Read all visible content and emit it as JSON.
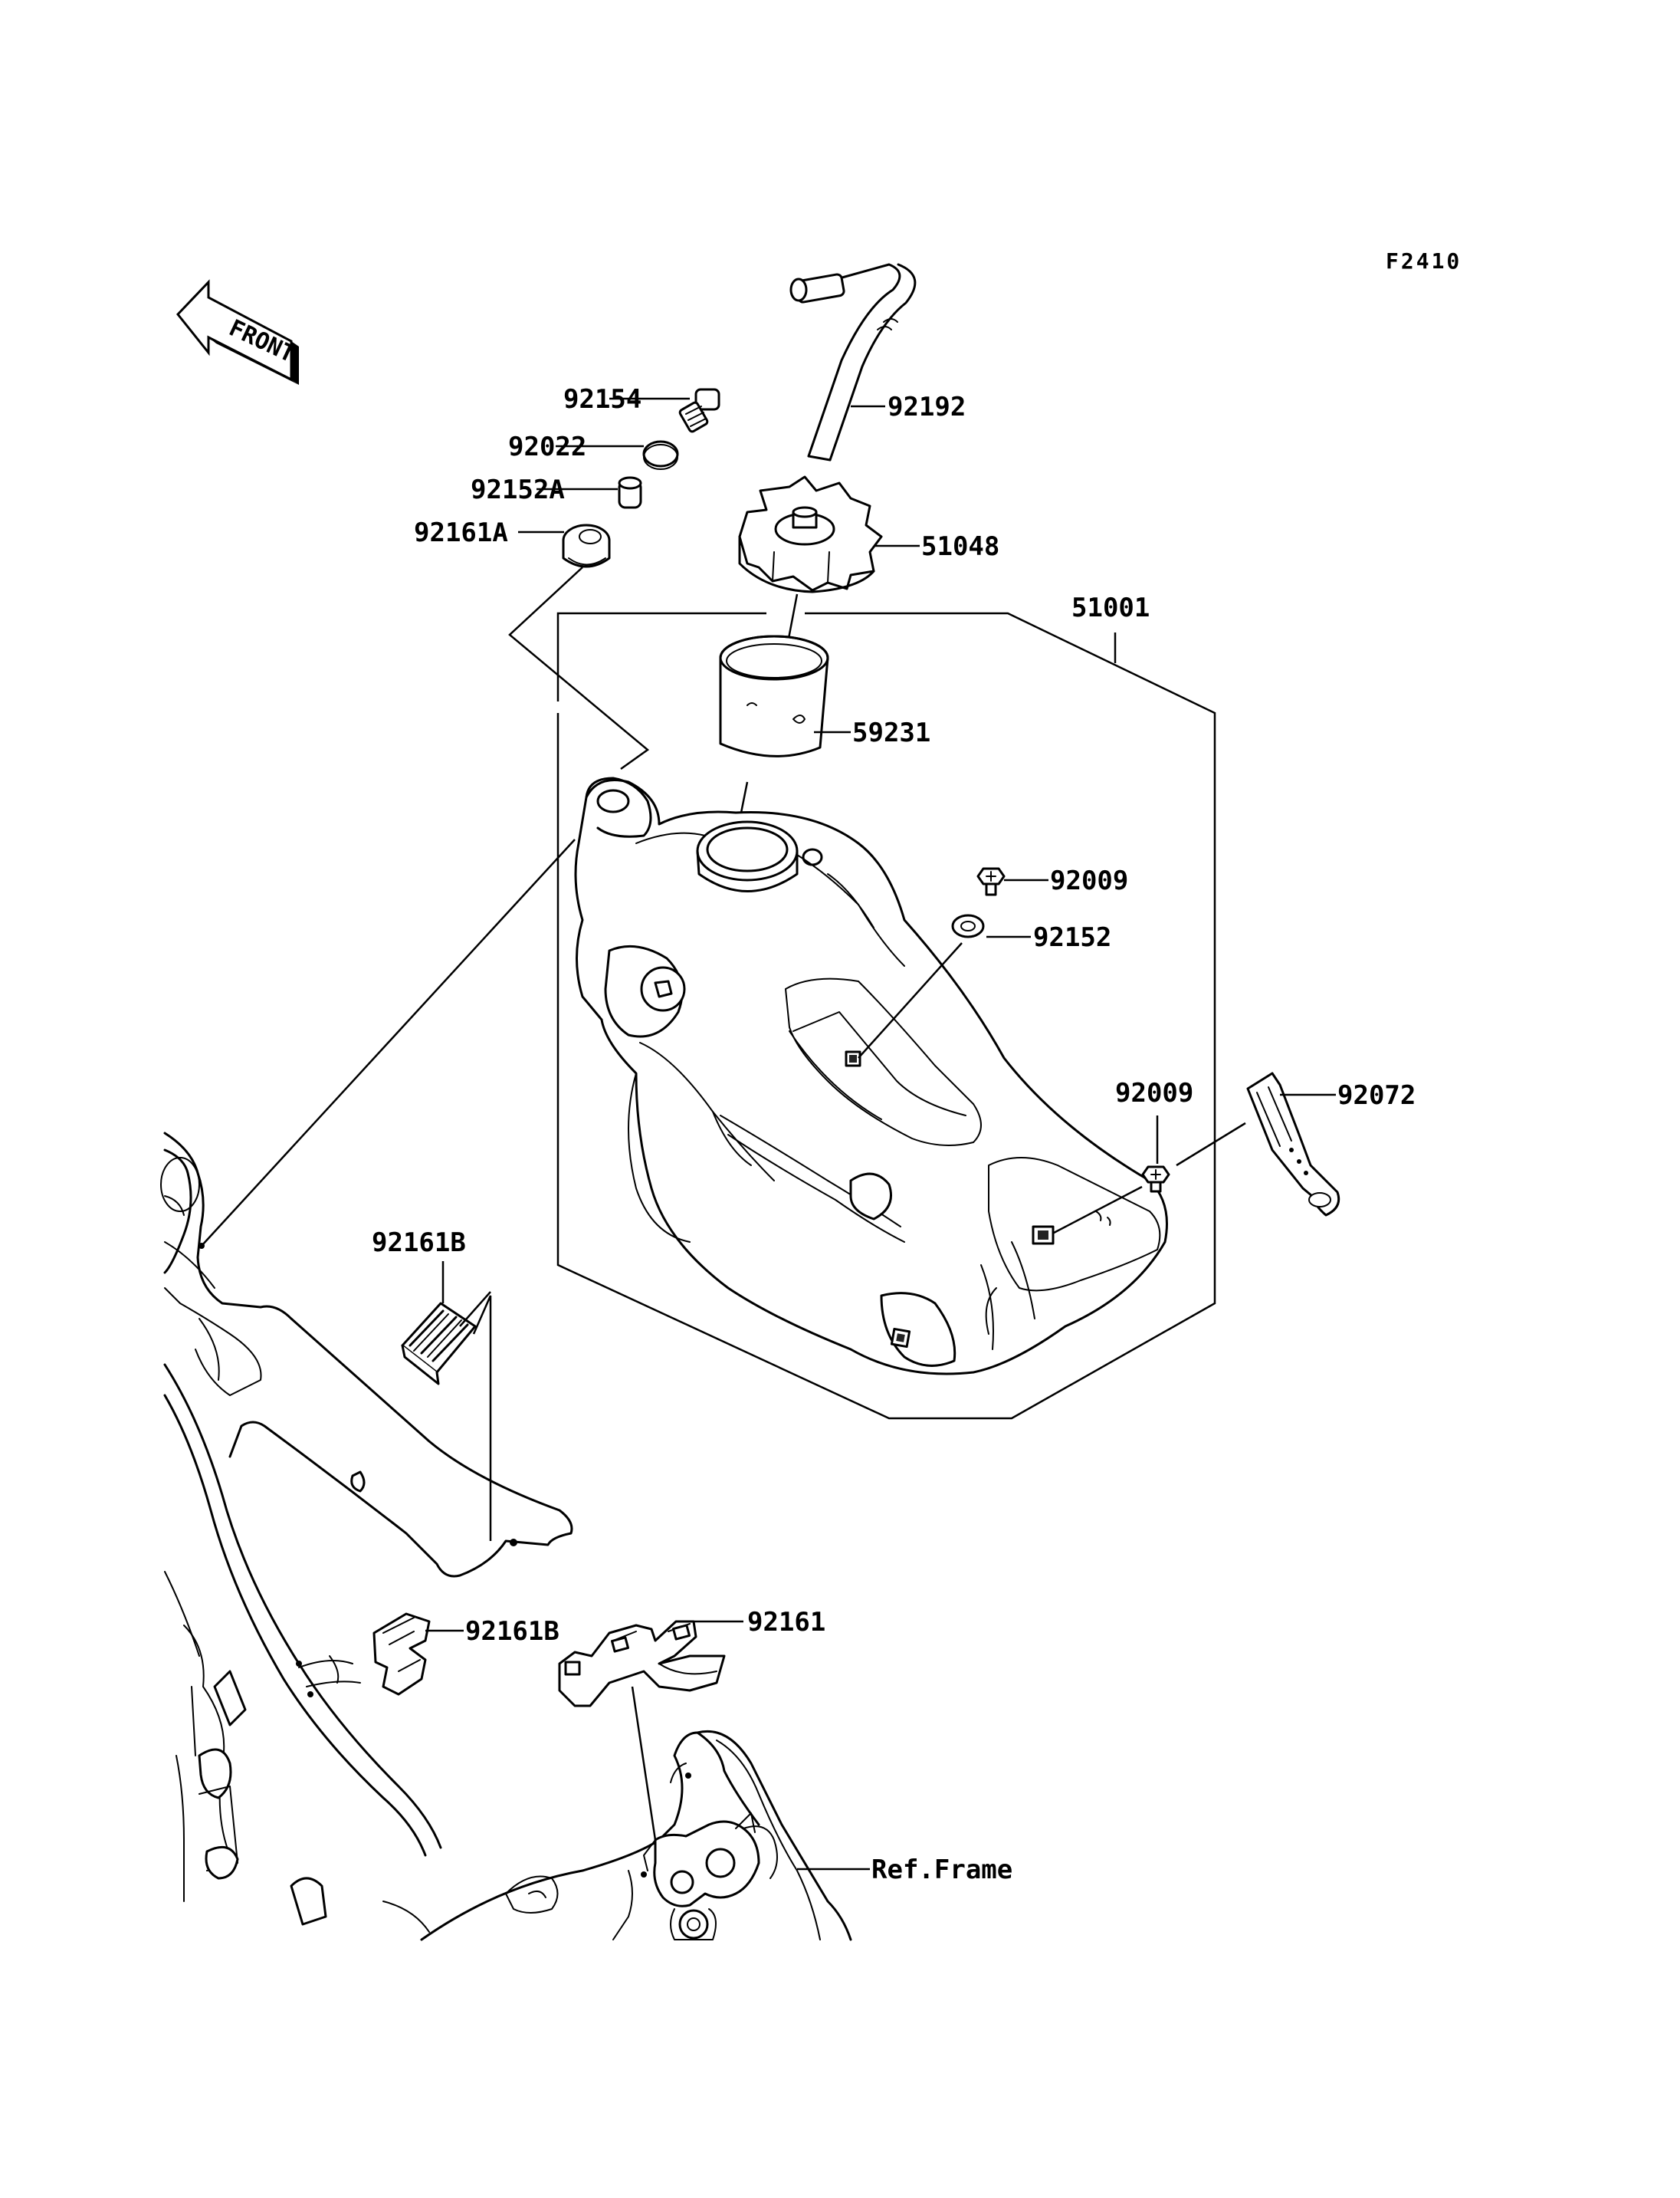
{
  "diagram": {
    "figure_code": "F2410",
    "front_arrow_label": "FRONT",
    "reference_label": "Ref.Frame"
  },
  "callouts": {
    "p92154": "92154",
    "p92022": "92022",
    "p92152a": "92152A",
    "p92161a": "92161A",
    "p92192": "92192",
    "p51048": "51048",
    "p51001": "51001",
    "p59231": "59231",
    "p92009_upper": "92009",
    "p92152": "92152",
    "p92009_lower": "92009",
    "p92072": "92072",
    "p92161b_upper": "92161B",
    "p92161b_lower": "92161B",
    "p92161": "92161"
  }
}
